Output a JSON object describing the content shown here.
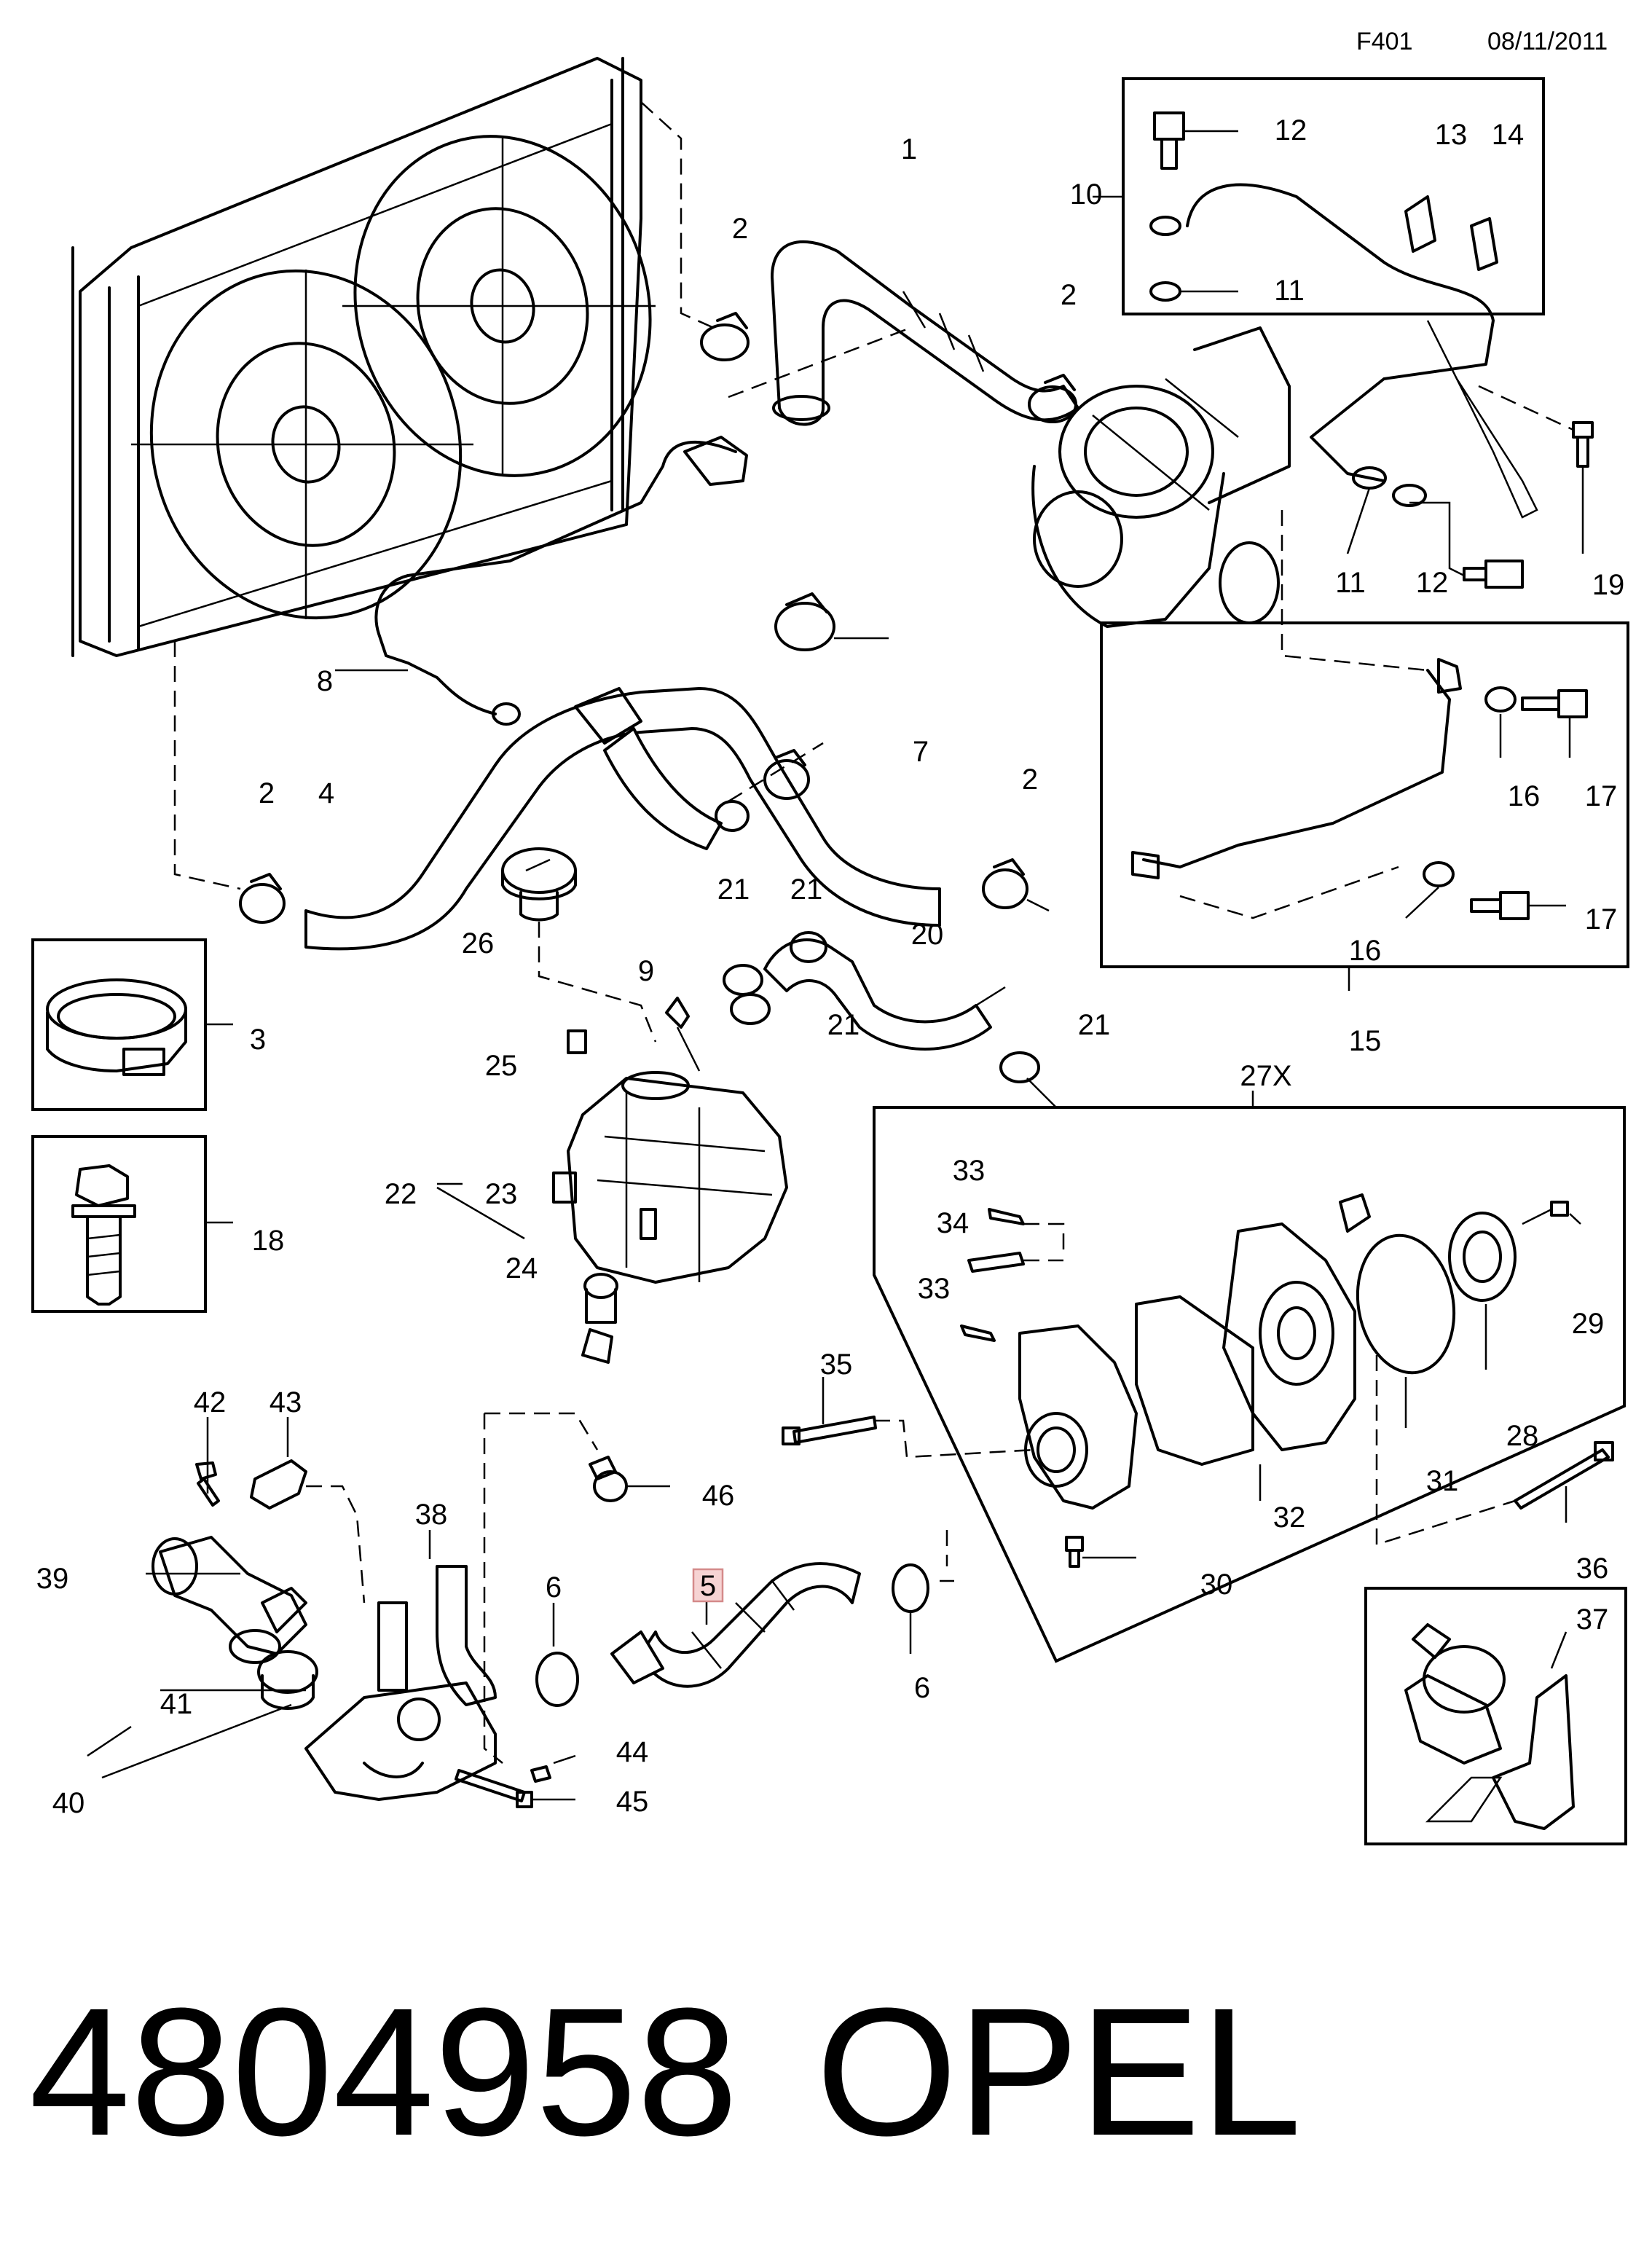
{
  "header": {
    "code": "F401",
    "date": "08/11/2011"
  },
  "footer": {
    "part_number": "4804958",
    "brand": "OPEL"
  },
  "highlighted_callout": "5",
  "callouts": {
    "c1": "1",
    "c2a": "2",
    "c2b": "2",
    "c2c": "2",
    "c2d": "2",
    "c3": "3",
    "c4": "4",
    "c5": "5",
    "c6a": "6",
    "c6b": "6",
    "c7": "7",
    "c8": "8",
    "c9": "9",
    "c10": "10",
    "c11a": "11",
    "c11b": "11",
    "c12a": "12",
    "c12b": "12",
    "c13": "13",
    "c14": "14",
    "c15": "15",
    "c16a": "16",
    "c16b": "16",
    "c17a": "17",
    "c17b": "17",
    "c18": "18",
    "c19": "19",
    "c20": "20",
    "c21a": "21",
    "c21b": "21",
    "c21c": "21",
    "c21d": "21",
    "c22": "22",
    "c23": "23",
    "c24": "24",
    "c25": "25",
    "c26": "26",
    "c27x": "27X",
    "c28": "28",
    "c29": "29",
    "c30": "30",
    "c31": "31",
    "c32": "32",
    "c33a": "33",
    "c33b": "33",
    "c34": "34",
    "c35": "35",
    "c36": "36",
    "c37": "37",
    "c38": "38",
    "c39": "39",
    "c40": "40",
    "c41": "41",
    "c42": "42",
    "c43": "43",
    "c44": "44",
    "c45": "45",
    "c46": "46"
  }
}
